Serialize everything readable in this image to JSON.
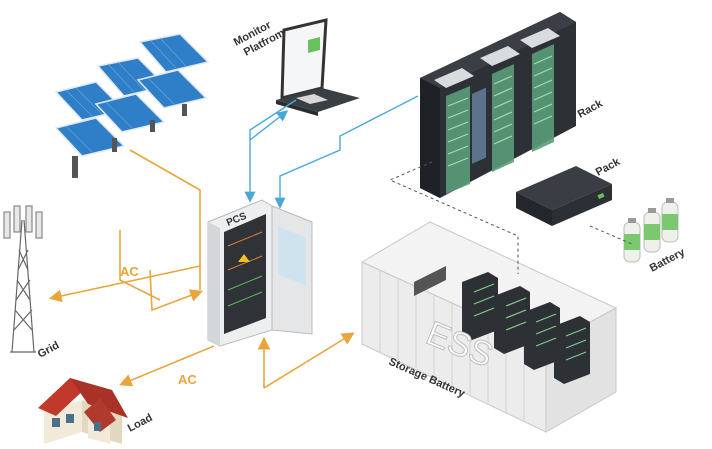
{
  "labels": {
    "monitor": "Monitor\nPlatfrom",
    "rack": "Rack",
    "pack": "Pack",
    "battery": "Battery",
    "pcs": "PCS",
    "ess": "ESS",
    "storage_battery": "Storage Battery",
    "grid": "Grid",
    "load": "Load",
    "ac_upper": "AC",
    "ac_lower": "AC"
  },
  "colors": {
    "ac_flow": "#e9a53c",
    "data_link": "#4aa8d8",
    "solar_panel": "#2f7fc8",
    "rack_body": "#2d3136",
    "module_green": "#7fcf8a",
    "container": "#ececec",
    "house_roof": "#c0392b"
  },
  "icons": [
    "solar-panel-array-icon",
    "laptop-icon",
    "rack-icon",
    "pack-icon",
    "battery-cells-icon",
    "pcs-cabinet-icon",
    "ess-container-icon",
    "grid-tower-icon",
    "house-icon"
  ]
}
